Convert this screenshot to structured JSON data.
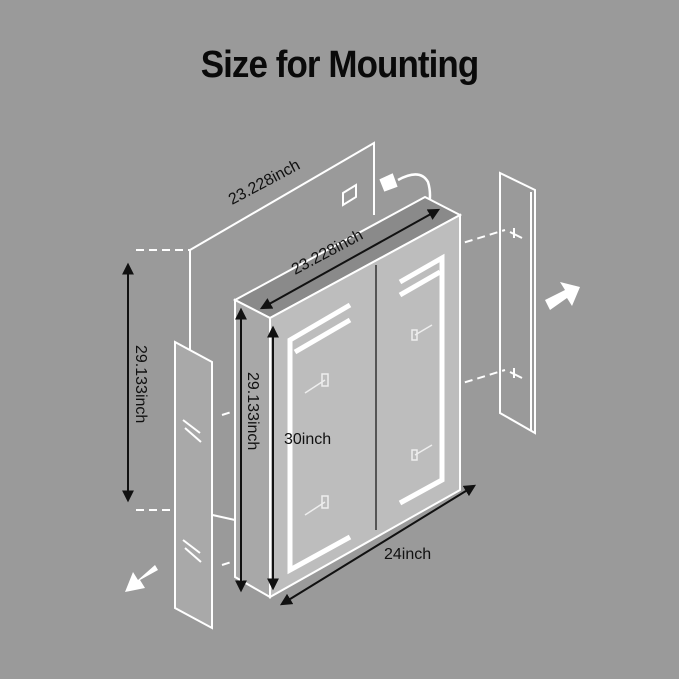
{
  "title": "Size for Mounting",
  "dimensions": {
    "wall_width": "23.228inch",
    "recess_width": "23.228inch",
    "wall_height": "29.133inch",
    "recess_height": "29.133inch",
    "overall_height": "30inch",
    "overall_width": "24inch"
  },
  "colors": {
    "background": "#9a9a9a",
    "outline": "#ffffff",
    "dimension_line": "#111111"
  },
  "icons": {
    "arrow_right": "outward-arrow-right",
    "arrow_left": "outward-arrow-left",
    "power_plug": "plug-cord",
    "outlet": "wall-outlet"
  }
}
